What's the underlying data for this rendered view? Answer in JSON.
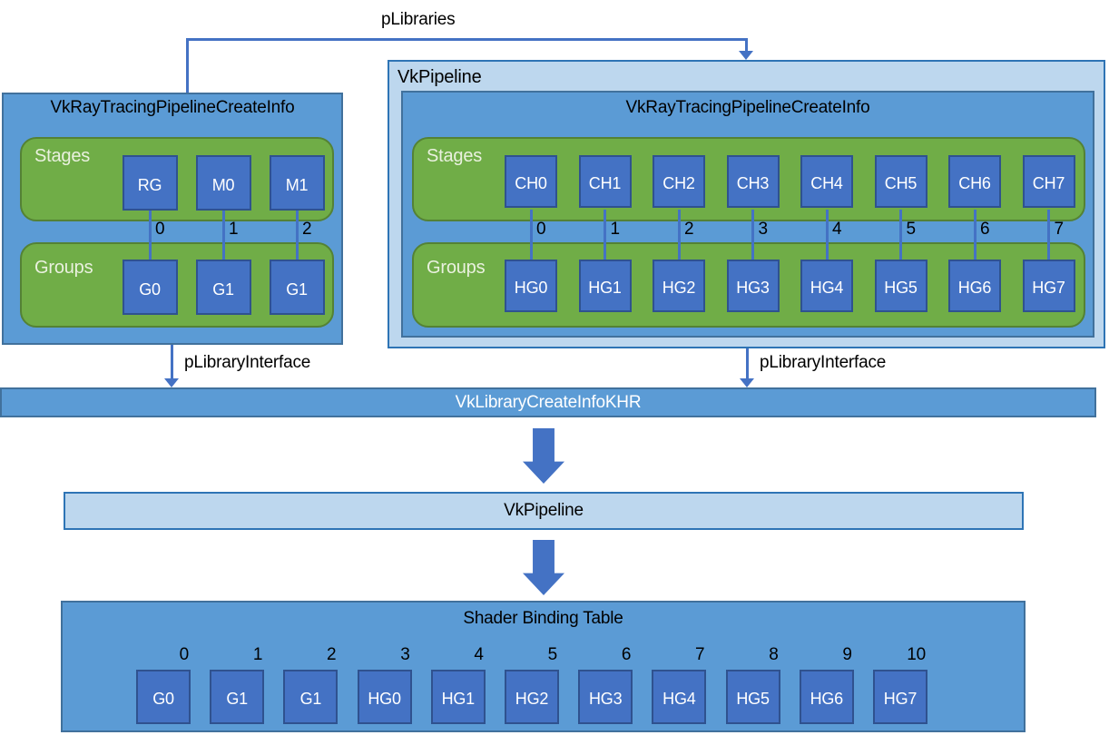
{
  "colors": {
    "container_blue": "#5B9BD5",
    "container_blue_border": "#41719C",
    "cell_blue": "#4472C4",
    "cell_blue_border": "#2F528F",
    "green": "#70AD47",
    "green_border": "#548235",
    "light_blue": "#BDD7EE",
    "light_blue_border": "#2E74B5",
    "connector": "#4472C4",
    "text_dark": "#000000",
    "text_light": "#FFFFFF"
  },
  "connectors": {
    "plibraries_label": "pLibraries",
    "plibrary_interface_left_label": "pLibraryInterface",
    "plibrary_interface_right_label": "pLibraryInterface"
  },
  "left_library": {
    "title": "VkRayTracingPipelineCreateInfo",
    "stages_label": "Stages",
    "groups_label": "Groups",
    "stage_cells": [
      "RG",
      "M0",
      "M1"
    ],
    "group_cells": [
      "G0",
      "G1",
      "G1"
    ],
    "link_indices": [
      "0",
      "1",
      "2"
    ]
  },
  "pipeline_library": {
    "title": "VkPipeline",
    "inner_title": "VkRayTracingPipelineCreateInfo",
    "stages_label": "Stages",
    "groups_label": "Groups",
    "stage_cells": [
      "CH0",
      "CH1",
      "CH2",
      "CH3",
      "CH4",
      "CH5",
      "CH6",
      "CH7"
    ],
    "group_cells": [
      "HG0",
      "HG1",
      "HG2",
      "HG3",
      "HG4",
      "HG5",
      "HG6",
      "HG7"
    ],
    "link_indices": [
      "0",
      "1",
      "2",
      "3",
      "4",
      "5",
      "6",
      "7"
    ]
  },
  "library_bar": {
    "label": "VkLibraryCreateInfoKHR"
  },
  "pipeline_bar": {
    "label": "VkPipeline"
  },
  "shader_binding_table": {
    "title": "Shader Binding Table",
    "entries": [
      {
        "index": "0",
        "label": "G0"
      },
      {
        "index": "1",
        "label": "G1"
      },
      {
        "index": "2",
        "label": "G1"
      },
      {
        "index": "3",
        "label": "HG0"
      },
      {
        "index": "4",
        "label": "HG1"
      },
      {
        "index": "5",
        "label": "HG2"
      },
      {
        "index": "6",
        "label": "HG3"
      },
      {
        "index": "7",
        "label": "HG4"
      },
      {
        "index": "8",
        "label": "HG5"
      },
      {
        "index": "9",
        "label": "HG6"
      },
      {
        "index": "10",
        "label": "HG7"
      }
    ]
  }
}
